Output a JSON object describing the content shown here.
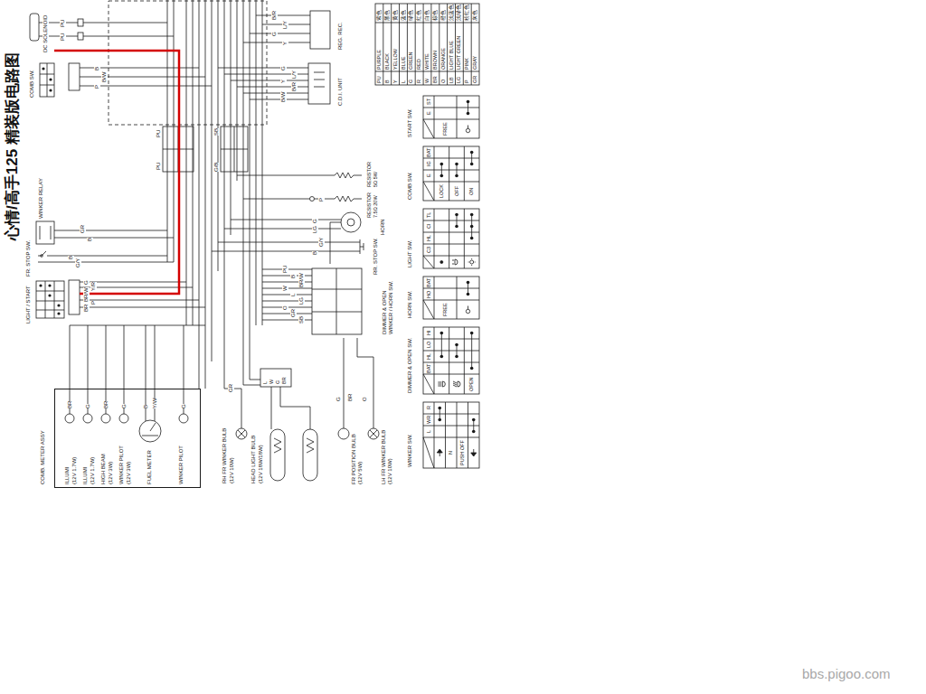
{
  "diagram": {
    "title": "心情/高手125 精装版电路图",
    "nodes": [
      {
        "text": [
          "DC SOLENOID"
        ]
      },
      {
        "text": [
          "COMB SW."
        ]
      },
      {
        "text": [
          "REG. REC."
        ]
      },
      {
        "text": [
          "C.D.I. UNIT"
        ]
      },
      {
        "text": [
          "WINKER RELAY"
        ]
      },
      {
        "text": [
          "FR. STOP SW."
        ]
      },
      {
        "text": [
          "LIGHT / START"
        ]
      },
      {
        "text": [
          "RESISTOR 5Ω 5W"
        ]
      },
      {
        "text": [
          "RESISTOR 7.5Ω 20W"
        ]
      },
      {
        "text": [
          "HORN"
        ]
      },
      {
        "text": [
          "RR. STOP SW."
        ]
      },
      {
        "text": [
          "DIMMER & OPEN WINKER / HORN SW."
        ]
      },
      {
        "text": [
          "COMB. METER ASSY"
        ]
      },
      {
        "text": [
          "ILLUMI",
          "(12V 1.7W)"
        ],
        "in": 12
      },
      {
        "text": [
          "ILLUMI",
          "(12V 1.7W)"
        ],
        "in": 12
      },
      {
        "text": [
          "HIGH BEAM",
          "(12V 3W)"
        ],
        "in": 12
      },
      {
        "text": [
          "WINKER PILOT",
          "(12V 3W)"
        ],
        "in": 12
      },
      {
        "text": [
          "FUEL METER"
        ],
        "in": 12
      },
      {
        "text": [
          "WINKER PILOT"
        ],
        "in": 12
      },
      {
        "text": [
          "RH FR WINKER BULB",
          "(12V 10W)"
        ]
      },
      {
        "text": [
          "HEAD LIGHT BULB",
          "(12V 18W/18W)"
        ]
      },
      {
        "text": [
          "FR POSITION BULB",
          "(12V 5W)"
        ]
      },
      {
        "text": [
          "LH FR WINKER BULB",
          "(12V 10W)"
        ]
      },
      {
        "text": [
          "START SW."
        ]
      },
      {
        "text": [
          "COMB SW."
        ]
      },
      {
        "text": [
          "LIGHT SW."
        ]
      },
      {
        "text": [
          "HORN SW."
        ]
      },
      {
        "text": [
          "DIMMER & OPEN SW."
        ]
      },
      {
        "text": [
          "WINKER SW."
        ]
      }
    ],
    "edges": [
      {
        "from": 6,
        "to": 0,
        "label": "BR/W",
        "arrow": "none"
      },
      {
        "from": 11,
        "to": 9,
        "arrow": "none"
      },
      {
        "from": 11,
        "to": 21,
        "arrow": "none"
      },
      {
        "from": 11,
        "to": 22,
        "arrow": "none"
      }
    ],
    "labels": [
      "PU",
      "PURPLE",
      "紫色",
      "B",
      "BLACK",
      "黑色",
      "Y",
      "YELLOW",
      "黄色",
      "L",
      "BLUE",
      "蓝色",
      "G",
      "GREEN",
      "绿色",
      "R",
      "RED",
      "红色",
      "W",
      "WHITE",
      "白色",
      "BR",
      "BROWN",
      "棕色",
      "O",
      "ORANGE",
      "橙色",
      "LB",
      "LIGHT BLUE",
      "浅蓝色",
      "LG",
      "LIGHT GREEN",
      "浅绿色",
      "P",
      "PINK",
      "粉红色",
      "GR",
      "GRAY",
      "灰色",
      "ST",
      "E",
      "FREE",
      "BAT",
      "IG",
      "E",
      "LOCK",
      "OFF",
      "ON",
      "TL",
      "CI",
      "HL",
      "C3",
      "BAT",
      "HO",
      "FREE",
      "HI",
      "LO",
      "HL",
      "BAT",
      "OPEN",
      "R",
      "WR",
      "L",
      "N",
      "PUSH OFF",
      "PU",
      "PU",
      "B",
      "B/W",
      "P",
      "B/R",
      "L/Y",
      "G",
      "Y",
      "G",
      "L/Y",
      "Y",
      "B/R",
      "B/W",
      "GR",
      "B",
      "B",
      "G/Y",
      "G",
      "Y/R",
      "P",
      "BR",
      "P",
      "G",
      "LG",
      "G/Y",
      "B",
      "PU",
      "B",
      "BR/W",
      "W",
      "L",
      "LG",
      "O",
      "GR",
      "SB",
      "BR",
      "G",
      "BR",
      "G",
      "B",
      "Y/W",
      "G",
      "L",
      "W",
      "G",
      "BR",
      "G",
      "BR",
      "O",
      "GR",
      "PU",
      "PU",
      "SB",
      "G/B",
      "bbs.pigoo.com"
    ]
  }
}
